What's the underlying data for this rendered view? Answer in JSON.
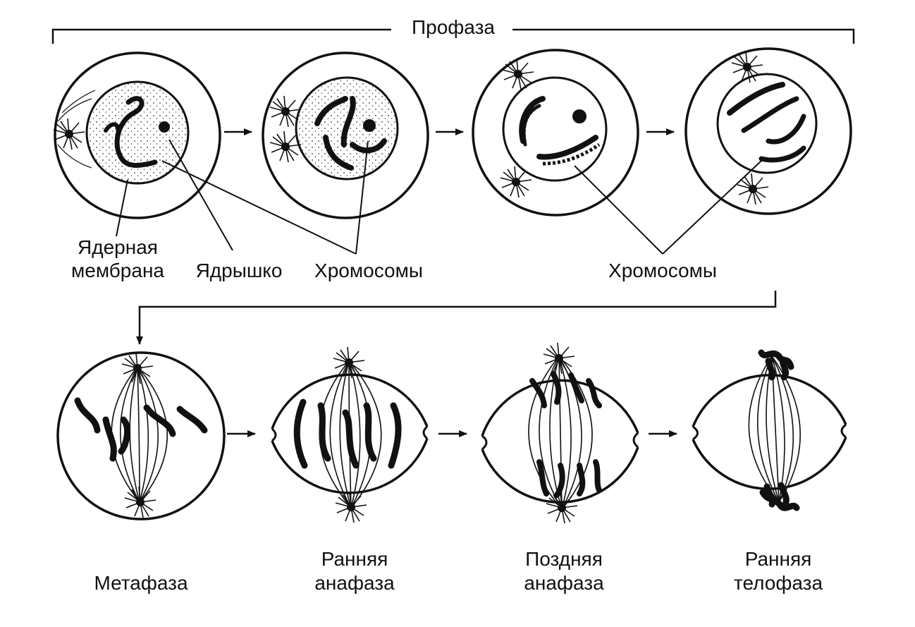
{
  "prophase_label": "Профаза",
  "labels": {
    "nuclear_membrane_line1": "Ядерная",
    "nuclear_membrane_line2": "мембрана",
    "nucleolus": "Ядрышко",
    "chromosomes_1": "Хромосомы",
    "chromosomes_2": "Хромосомы"
  },
  "stages": [
    {
      "line1": "",
      "line2": "Метафаза"
    },
    {
      "line1": "Ранняя",
      "line2": "анафаза"
    },
    {
      "line1": "Поздняя",
      "line2": "анафаза"
    },
    {
      "line1": "Ранняя",
      "line2": "телофаза"
    }
  ],
  "colors": {
    "ink": "#111111",
    "background": "#ffffff"
  }
}
